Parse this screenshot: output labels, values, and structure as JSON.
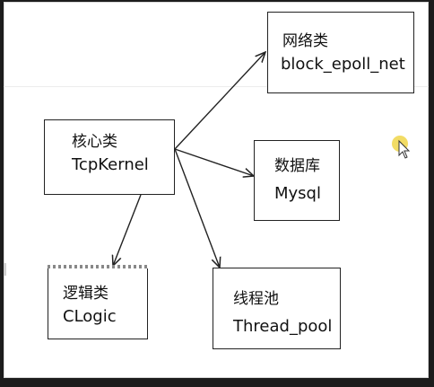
{
  "nodes": {
    "net": {
      "title": "网络类",
      "sub": "block_epoll_net"
    },
    "kernel": {
      "title": "核心类",
      "sub": "TcpKernel"
    },
    "mysql": {
      "title": "数据库",
      "sub": "Mysql"
    },
    "logic": {
      "title": "逻辑类",
      "sub": "CLogic"
    },
    "thread": {
      "title": "线程池",
      "sub": "Thread_pool"
    }
  },
  "colors": {
    "stroke": "#222222",
    "cursor_highlight": "#f0d64a",
    "background": "#ffffff"
  }
}
